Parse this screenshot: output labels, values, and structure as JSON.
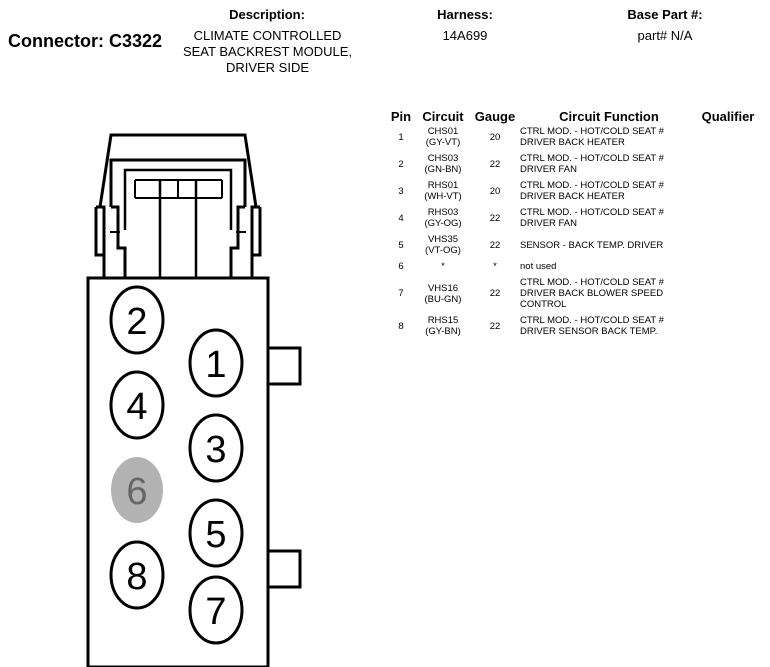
{
  "connector": {
    "label": "Connector: C3322"
  },
  "description": {
    "label": "Description:",
    "lines": [
      "CLIMATE CONTROLLED",
      "SEAT BACKREST MODULE,",
      "DRIVER SIDE"
    ]
  },
  "harness": {
    "label": "Harness:",
    "value": "14A699"
  },
  "base_part": {
    "label": "Base Part #:",
    "value": "part# N/A"
  },
  "table": {
    "headers": {
      "pin": "Pin",
      "circuit": "Circuit",
      "gauge": "Gauge",
      "function": "Circuit Function",
      "qualifier": "Qualifier"
    },
    "rows": [
      {
        "pin": "1",
        "circuit": [
          "CHS01",
          "(GY-VT)"
        ],
        "gauge": "20",
        "function": [
          "CTRL MOD. - HOT/COLD SEAT #",
          "DRIVER BACK HEATER"
        ],
        "qualifier": ""
      },
      {
        "pin": "2",
        "circuit": [
          "CHS03",
          "(GN-BN)"
        ],
        "gauge": "22",
        "function": [
          "CTRL MOD. - HOT/COLD SEAT #",
          "DRIVER FAN"
        ],
        "qualifier": ""
      },
      {
        "pin": "3",
        "circuit": [
          "RHS01",
          "(WH-VT)"
        ],
        "gauge": "20",
        "function": [
          "CTRL MOD. - HOT/COLD SEAT #",
          "DRIVER BACK HEATER"
        ],
        "qualifier": ""
      },
      {
        "pin": "4",
        "circuit": [
          "RHS03",
          "(GY-OG)"
        ],
        "gauge": "22",
        "function": [
          "CTRL MOD. - HOT/COLD SEAT #",
          "DRIVER FAN"
        ],
        "qualifier": ""
      },
      {
        "pin": "5",
        "circuit": [
          "VHS35",
          "(VT-OG)"
        ],
        "gauge": "22",
        "function": [
          "SENSOR - BACK TEMP. DRIVER"
        ],
        "qualifier": ""
      },
      {
        "pin": "6",
        "circuit": [
          "*"
        ],
        "gauge": "*",
        "function": [
          "not used"
        ],
        "qualifier": ""
      },
      {
        "pin": "7",
        "circuit": [
          "VHS16",
          "(BU-GN)"
        ],
        "gauge": "22",
        "function": [
          "CTRL MOD. - HOT/COLD SEAT #",
          "DRIVER BACK BLOWER SPEED",
          "CONTROL"
        ],
        "qualifier": ""
      },
      {
        "pin": "8",
        "circuit": [
          "RHS15",
          "(GY-BN)"
        ],
        "gauge": "22",
        "function": [
          "CTRL MOD. - HOT/COLD SEAT #",
          "DRIVER SENSOR BACK TEMP."
        ],
        "qualifier": ""
      }
    ]
  },
  "diagram": {
    "pins": [
      {
        "label": "1",
        "used": true
      },
      {
        "label": "2",
        "used": true
      },
      {
        "label": "3",
        "used": true
      },
      {
        "label": "4",
        "used": true
      },
      {
        "label": "5",
        "used": true
      },
      {
        "label": "6",
        "used": false
      },
      {
        "label": "7",
        "used": true
      },
      {
        "label": "8",
        "used": true
      }
    ],
    "colors": {
      "line": "#000000",
      "unused_fill": "#b3b3b3",
      "unused_text": "#666666"
    }
  }
}
